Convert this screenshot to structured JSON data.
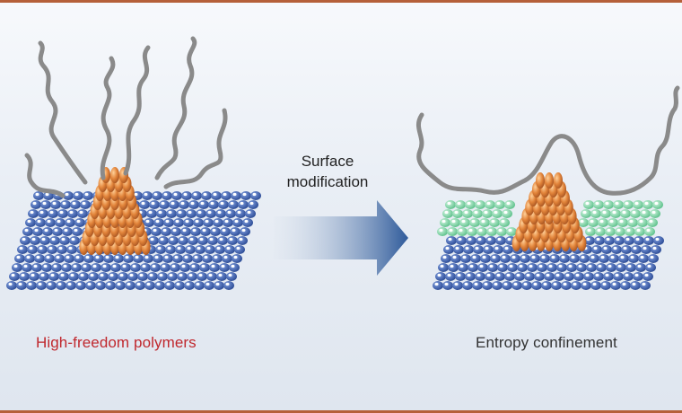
{
  "colors": {
    "frame": "#b5603a",
    "substrate": "#3a5fb0",
    "substrate_dot": "#ffffff",
    "particle": "#e2843a",
    "particle_dark": "#b9652a",
    "modified_layer": "#6fcf9a",
    "polymer": "#8a8a8a",
    "arrow": "#2e5a9a",
    "label_left": "#c0282e",
    "label_right": "#333333",
    "arrow_text": "#222222"
  },
  "arrow": {
    "label_line1": "Surface",
    "label_line2": "modification"
  },
  "panels": [
    {
      "caption": "High-freedom polymers",
      "modified": false
    },
    {
      "caption": "Entropy confinement",
      "modified": true
    }
  ]
}
